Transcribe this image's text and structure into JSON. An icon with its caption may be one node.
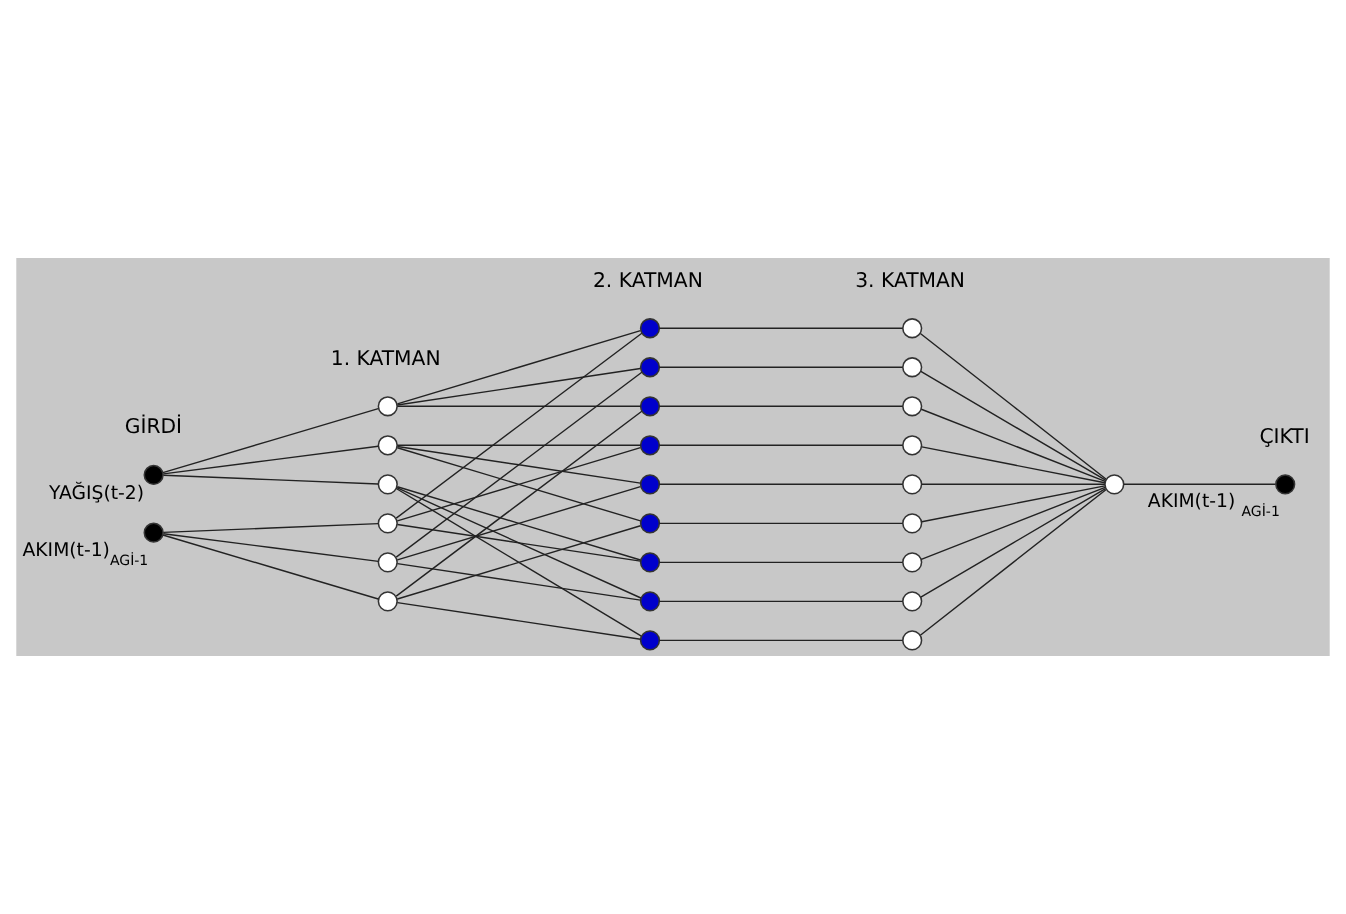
{
  "diagram": {
    "nodes": [
      {
        "text": [],
        "shape": "circle",
        "beside": [
          "YAĞIŞ(t-2)"
        ]
      },
      {
        "text": [],
        "shape": "circle",
        "beside": [
          "AKIM(t-1)$_{AGİ-1}$"
        ]
      },
      {
        "text": [],
        "shape": "circle"
      },
      {
        "text": [],
        "shape": "circle"
      },
      {
        "text": [],
        "shape": "circle"
      },
      {
        "text": [],
        "shape": "circle"
      },
      {
        "text": [],
        "shape": "circle"
      },
      {
        "text": [],
        "shape": "circle"
      },
      {
        "text": [],
        "shape": "circle"
      },
      {
        "text": [],
        "shape": "circle"
      },
      {
        "text": [],
        "shape": "circle"
      },
      {
        "text": [],
        "shape": "circle"
      },
      {
        "text": [],
        "shape": "circle"
      },
      {
        "text": [],
        "shape": "circle"
      },
      {
        "text": [],
        "shape": "circle"
      },
      {
        "text": [],
        "shape": "circle"
      },
      {
        "text": [],
        "shape": "circle"
      },
      {
        "text": [],
        "shape": "circle"
      },
      {
        "text": [],
        "shape": "circle"
      },
      {
        "text": [],
        "shape": "circle"
      },
      {
        "text": [],
        "shape": "circle"
      },
      {
        "text": [],
        "shape": "circle"
      },
      {
        "text": [],
        "shape": "circle"
      },
      {
        "text": [],
        "shape": "circle"
      },
      {
        "text": [],
        "shape": "circle"
      },
      {
        "text": [],
        "shape": "circle"
      },
      {
        "text": [],
        "shape": "circle"
      },
      {
        "text": [],
        "shape": "circle",
        "beside": [
          "AKIM(t-1) $_{AGİ-1}$"
        ]
      }
    ],
    "edges": [
      {
        "from": 0,
        "to": 2,
        "arrow": "none"
      },
      {
        "from": 0,
        "to": 3,
        "arrow": "none"
      },
      {
        "from": 0,
        "to": 4,
        "arrow": "none"
      },
      {
        "from": 1,
        "to": 5,
        "arrow": "none"
      },
      {
        "from": 1,
        "to": 6,
        "arrow": "none"
      },
      {
        "from": 1,
        "to": 7,
        "arrow": "none"
      },
      {
        "from": 2,
        "to": 8,
        "arrow": "none"
      },
      {
        "from": 2,
        "to": 9,
        "arrow": "none"
      },
      {
        "from": 2,
        "to": 10,
        "arrow": "none"
      },
      {
        "from": 3,
        "to": 11,
        "arrow": "none"
      },
      {
        "from": 3,
        "to": 12,
        "arrow": "none"
      },
      {
        "from": 3,
        "to": 13,
        "arrow": "none"
      },
      {
        "from": 4,
        "to": 14,
        "arrow": "none"
      },
      {
        "from": 4,
        "to": 15,
        "arrow": "none"
      },
      {
        "from": 4,
        "to": 16,
        "arrow": "none"
      },
      {
        "from": 5,
        "to": 8,
        "arrow": "none"
      },
      {
        "from": 5,
        "to": 11,
        "arrow": "none"
      },
      {
        "from": 5,
        "to": 14,
        "arrow": "none"
      },
      {
        "from": 6,
        "to": 9,
        "arrow": "none"
      },
      {
        "from": 6,
        "to": 12,
        "arrow": "none"
      },
      {
        "from": 6,
        "to": 15,
        "arrow": "none"
      },
      {
        "from": 7,
        "to": 10,
        "arrow": "none"
      },
      {
        "from": 7,
        "to": 13,
        "arrow": "none"
      },
      {
        "from": 7,
        "to": 16,
        "arrow": "none"
      },
      {
        "from": 8,
        "to": 17,
        "arrow": "none"
      },
      {
        "from": 9,
        "to": 18,
        "arrow": "none"
      },
      {
        "from": 10,
        "to": 19,
        "arrow": "none"
      },
      {
        "from": 11,
        "to": 20,
        "arrow": "none"
      },
      {
        "from": 12,
        "to": 21,
        "arrow": "none"
      },
      {
        "from": 13,
        "to": 22,
        "arrow": "none"
      },
      {
        "from": 14,
        "to": 23,
        "arrow": "none"
      },
      {
        "from": 15,
        "to": 24,
        "arrow": "none"
      },
      {
        "from": 16,
        "to": 25,
        "arrow": "none"
      },
      {
        "from": 17,
        "to": 26,
        "arrow": "none"
      },
      {
        "from": 18,
        "to": 26,
        "arrow": "none"
      },
      {
        "from": 19,
        "to": 26,
        "arrow": "none"
      },
      {
        "from": 20,
        "to": 26,
        "arrow": "none"
      },
      {
        "from": 21,
        "to": 26,
        "arrow": "none"
      },
      {
        "from": 22,
        "to": 26,
        "arrow": "none"
      },
      {
        "from": 23,
        "to": 26,
        "arrow": "none"
      },
      {
        "from": 24,
        "to": 26,
        "arrow": "none"
      },
      {
        "from": 25,
        "to": 26,
        "arrow": "none"
      },
      {
        "from": 26,
        "to": 27,
        "arrow": "none"
      }
    ],
    "labels": [
      "GİRDİ",
      "1. KATMAN",
      "2. KATMAN",
      "3. KATMAN",
      "ÇIKTI"
    ]
  }
}
